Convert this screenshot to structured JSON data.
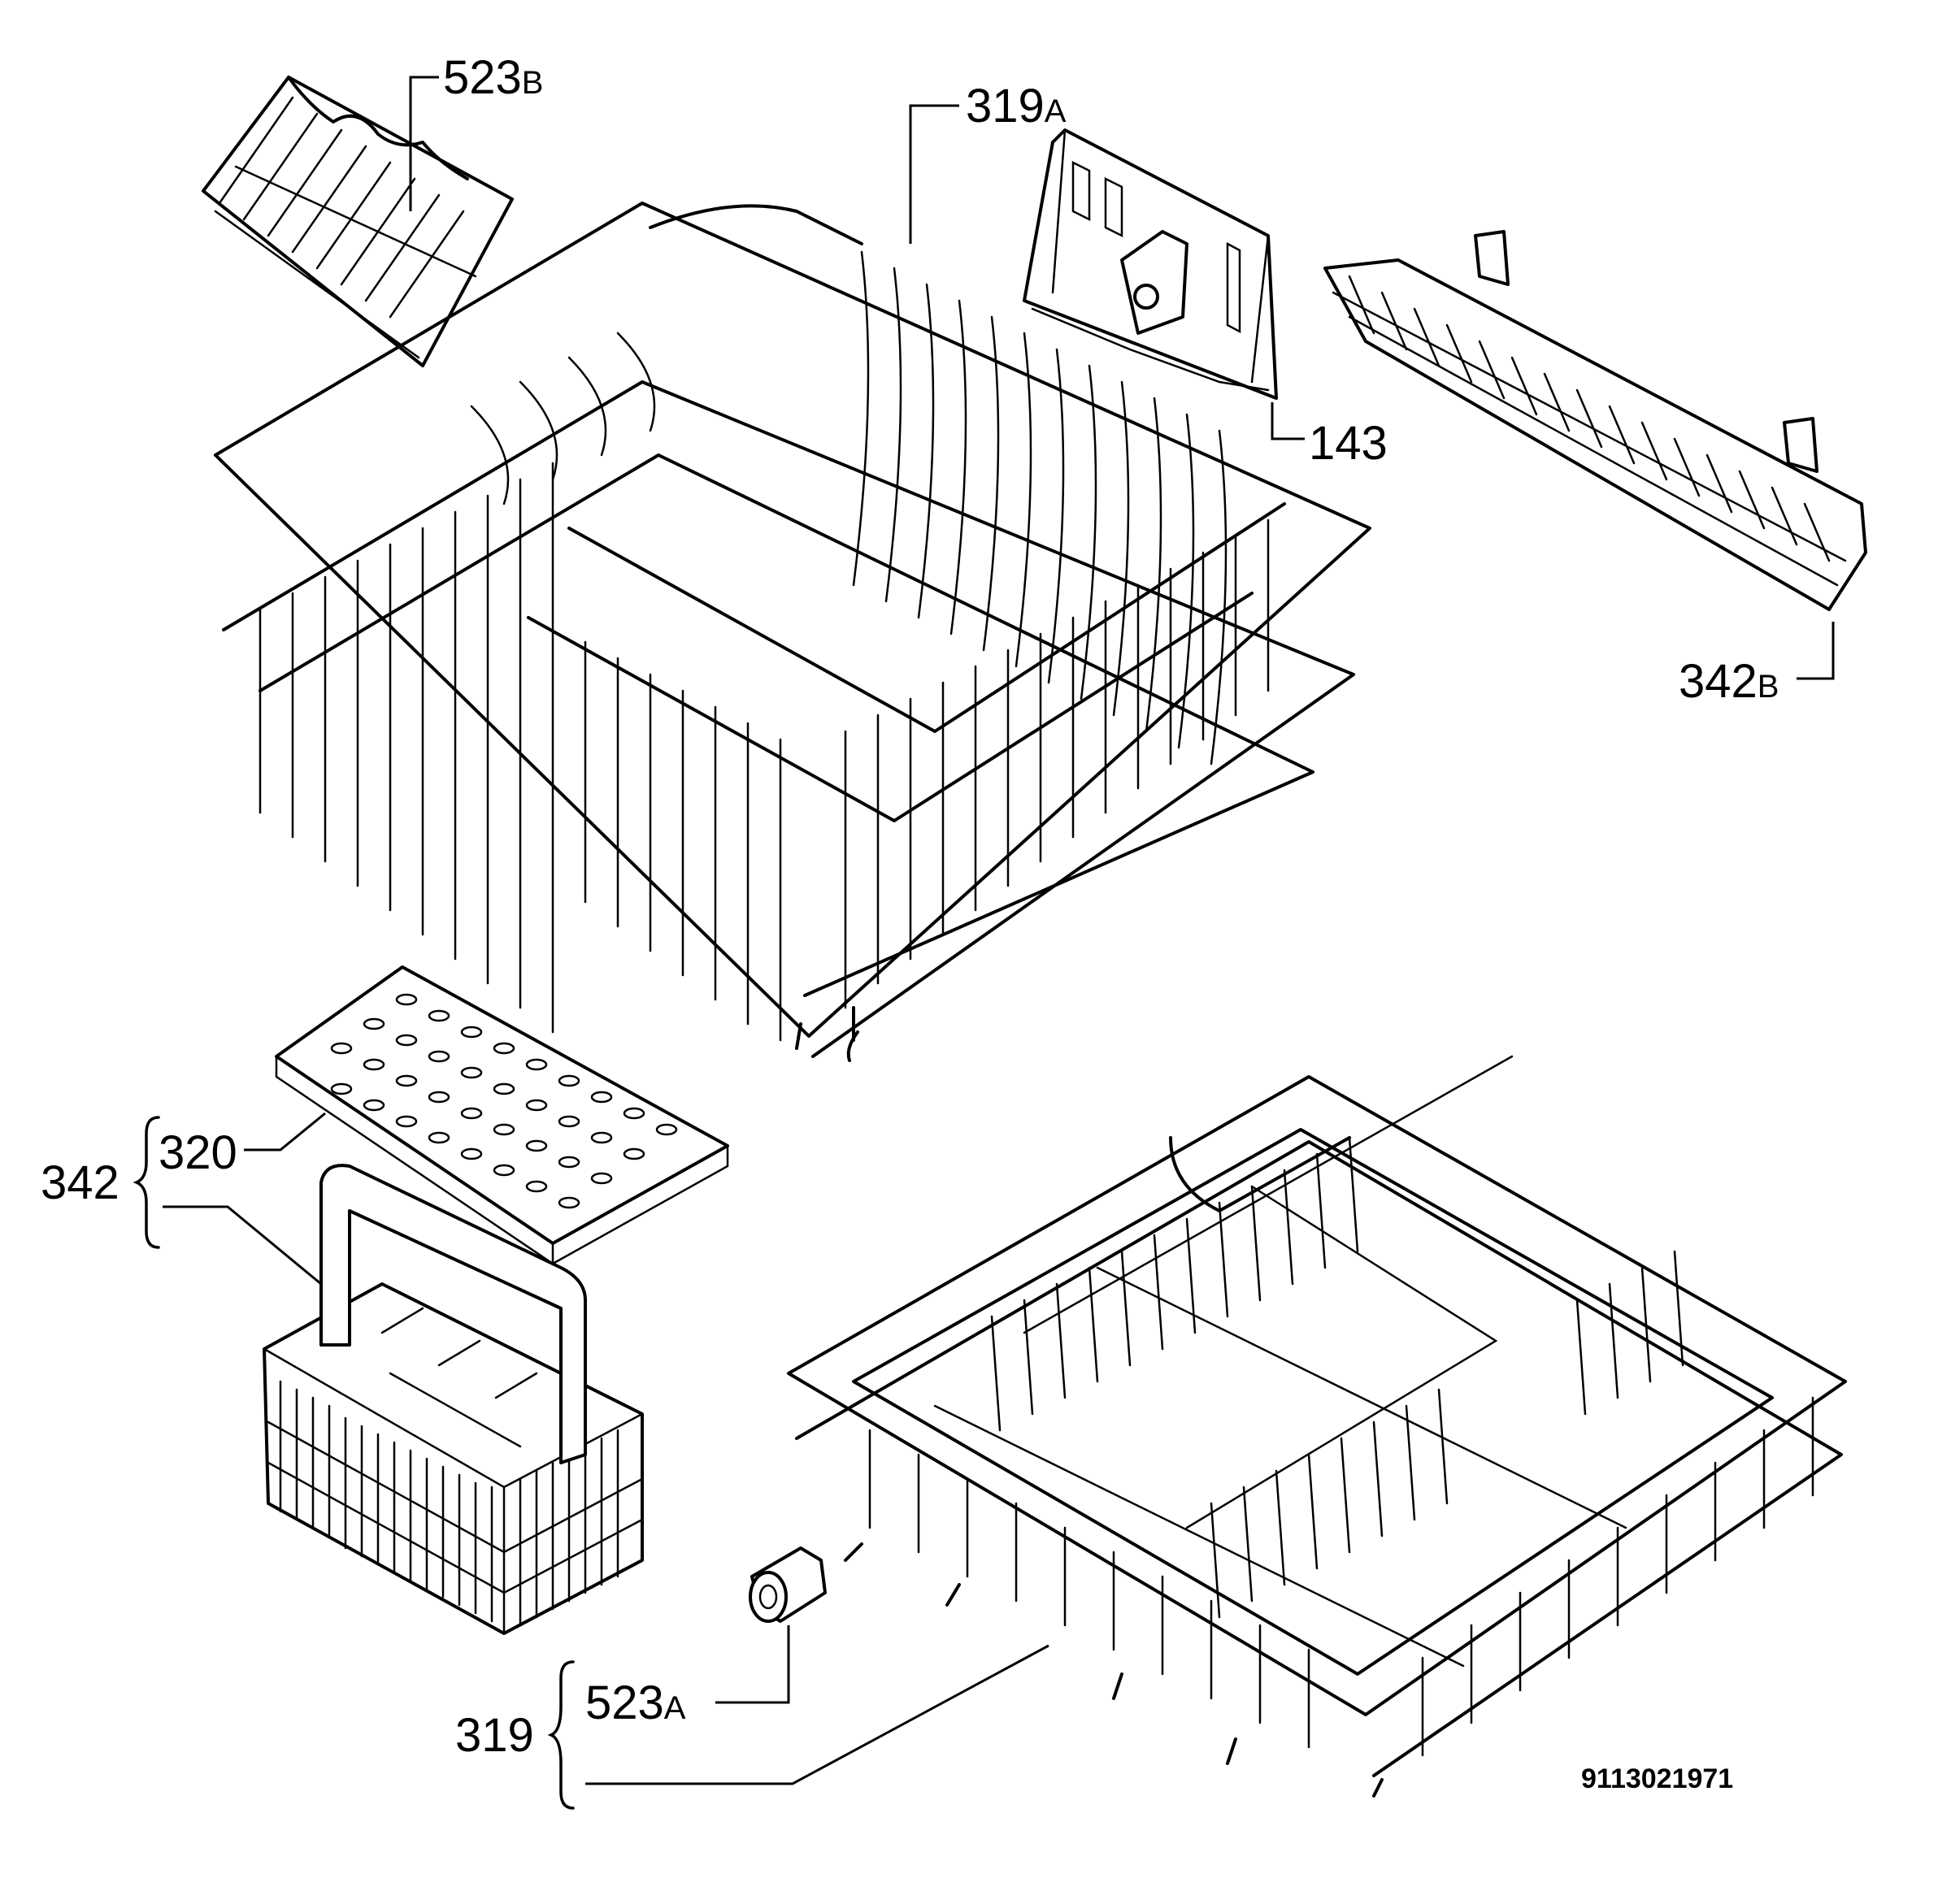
{
  "labels": {
    "l523b": {
      "num": "523",
      "suffix": "B"
    },
    "l319a": {
      "num": "319",
      "suffix": "A"
    },
    "l143": {
      "num": "143"
    },
    "l342b": {
      "num": "342",
      "suffix": "B"
    },
    "l342": {
      "num": "342"
    },
    "l320": {
      "num": "320"
    },
    "l319": {
      "num": "319"
    },
    "l523a": {
      "num": "523",
      "suffix": "A"
    }
  },
  "doc_id": "9113021971"
}
